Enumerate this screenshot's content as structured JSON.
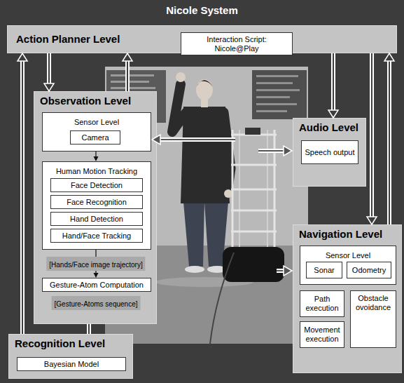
{
  "diagram": {
    "title": "Nicole System",
    "nodes": [
      {
        "text": [
          "Action Planner Level"
        ]
      },
      {
        "text": [
          "Interaction Script: Nicole@Play"
        ],
        "in": 0
      },
      {
        "text": [
          "Observation Level"
        ]
      },
      {
        "text": [
          "Sensor Level"
        ],
        "in": 2
      },
      {
        "text": [
          "Camera"
        ],
        "in": 3
      },
      {
        "text": [
          "Human Motion Tracking"
        ],
        "in": 2
      },
      {
        "text": [
          "Face Detection"
        ],
        "in": 5
      },
      {
        "text": [
          "Face Recognition"
        ],
        "in": 5
      },
      {
        "text": [
          "Hand Detection"
        ],
        "in": 5
      },
      {
        "text": [
          "Hand/Face Tracking"
        ],
        "in": 5
      },
      {
        "text": [
          "Gesture-Atom Computation"
        ],
        "in": 2
      },
      {
        "text": [
          "Audio Level"
        ]
      },
      {
        "text": [
          "Speech output"
        ],
        "in": 11
      },
      {
        "text": [
          "Navigation Level"
        ]
      },
      {
        "text": [
          "Sensor Level"
        ],
        "in": 13
      },
      {
        "text": [
          "Sonar"
        ],
        "in": 14
      },
      {
        "text": [
          "Odometry"
        ],
        "in": 14
      },
      {
        "text": [
          "Path execution"
        ],
        "in": 13
      },
      {
        "text": [
          "Obstacle ovoidance"
        ],
        "in": 13
      },
      {
        "text": [
          "Movement execution"
        ],
        "in": 13
      },
      {
        "text": [
          "Recognition Level"
        ]
      },
      {
        "text": [
          "Bayesian Model"
        ],
        "in": 20
      }
    ],
    "edges": [
      {
        "from": 20,
        "to": 0,
        "arrow": "to"
      },
      {
        "from": 0,
        "to": 2,
        "arrow": "to"
      },
      {
        "from": 2,
        "to": 0,
        "arrow": "to"
      },
      {
        "from": 0,
        "to": 11,
        "arrow": "to"
      },
      {
        "from": 0,
        "to": 13,
        "arrow": "to"
      },
      {
        "from": 13,
        "to": 0,
        "arrow": "to"
      },
      {
        "from": 2,
        "to": 20,
        "arrow": "none"
      },
      {
        "from": 3,
        "to": 5,
        "arrow": "to"
      },
      {
        "from": 5,
        "to": 10,
        "label": "[Hands/Face image trajectory]",
        "arrow": "to"
      }
    ],
    "labels": [
      "[Gesture-Atoms sequence]"
    ]
  }
}
